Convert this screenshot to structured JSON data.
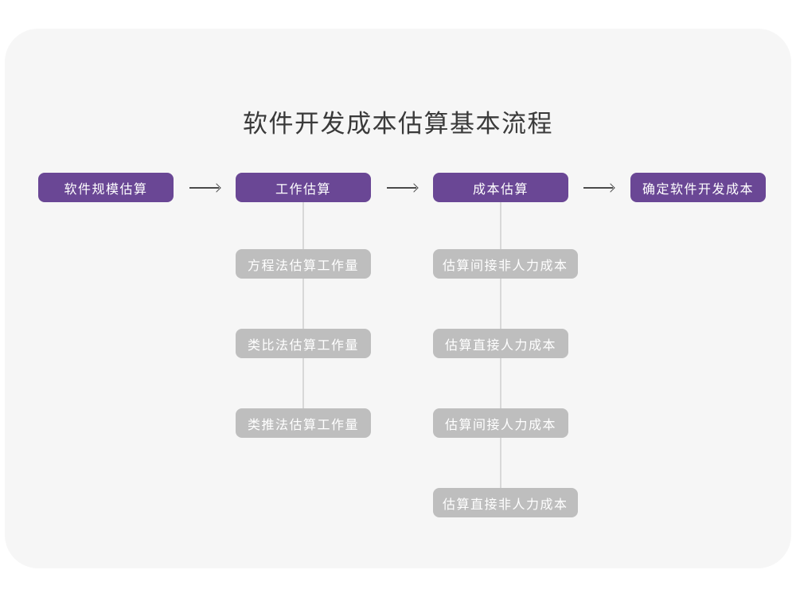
{
  "title": "软件开发成本估算基本流程",
  "colors": {
    "card_background": "#f6f6f6",
    "step_box": "#6a4795",
    "sub_box": "#bebebe",
    "box_text": "#ffffff",
    "title_text": "#3a3a3a",
    "arrow": "#4a4a4a",
    "connector_line": "#d8d8d8"
  },
  "flow": {
    "steps": [
      {
        "label": "软件规模估算"
      },
      {
        "label": "工作估算"
      },
      {
        "label": "成本估算"
      },
      {
        "label": "确定软件开发成本"
      }
    ]
  },
  "work_estimation_methods": [
    "方程法估算工作量",
    "类比法估算工作量",
    "类推法估算工作量"
  ],
  "cost_estimation_items": [
    "估算间接非人力成本",
    "估算直接人力成本",
    "估算间接人力成本",
    "估算直接非人力成本"
  ]
}
